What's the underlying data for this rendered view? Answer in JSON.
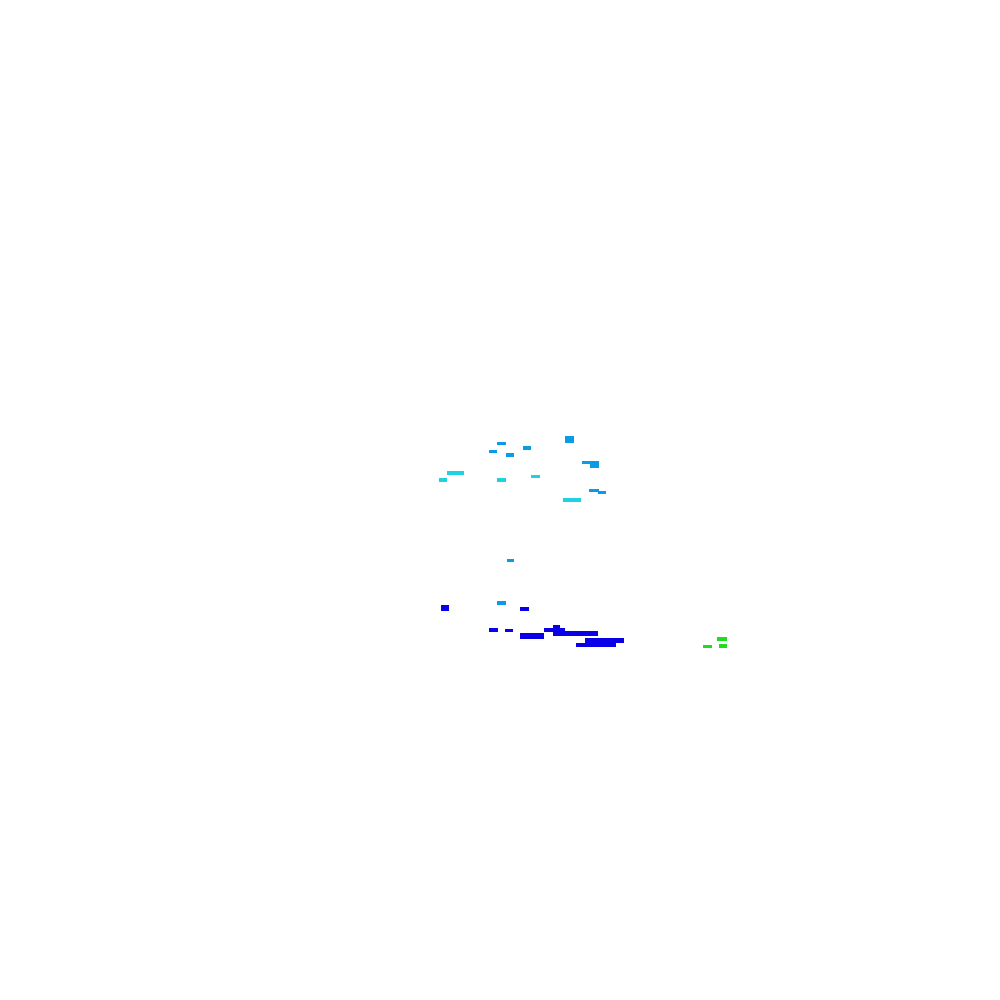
{
  "colors": {
    "background": "#ffffff",
    "cyan": "#1ed2e6",
    "sky_blue": "#0a9be6",
    "blue": "#0a00e6",
    "green": "#1edc1e"
  },
  "fragment_groups": [
    {
      "name": "sky-blue-fragments",
      "color_key": "sky_blue"
    },
    {
      "name": "cyan-fragments",
      "color_key": "cyan"
    },
    {
      "name": "blue-fragments",
      "color_key": "blue"
    },
    {
      "name": "green-fragments",
      "color_key": "green"
    }
  ]
}
